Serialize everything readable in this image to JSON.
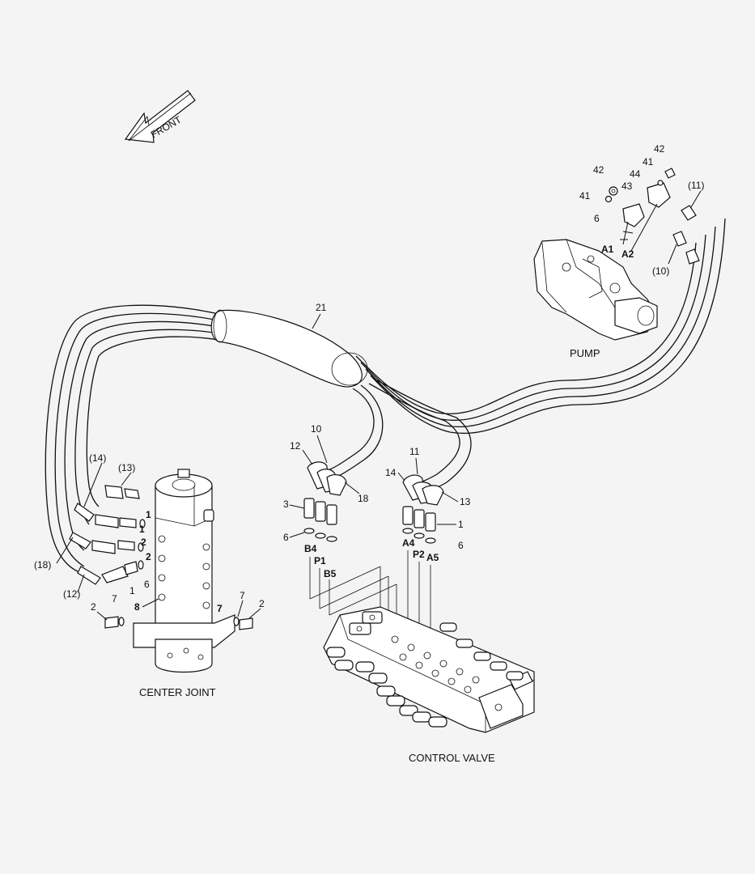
{
  "direction": {
    "label": "FRONT"
  },
  "components": {
    "pump": "PUMP",
    "center_joint": "CENTER JOINT",
    "control_valve": "CONTROL VALVE"
  },
  "callouts": {
    "c21": "21",
    "c10_bot": "(10)",
    "c11_bot": "(11)",
    "c10": "10",
    "c11": "11",
    "c12": "12",
    "c13": "13",
    "c14": "14",
    "c18": "18",
    "c3": "3",
    "c6_left": "6",
    "c1_right": "1",
    "c6_right": "6",
    "c42_a": "42",
    "c42_b": "42",
    "c41_a": "41",
    "c41_b": "41",
    "c43": "43",
    "c44": "44",
    "c6_pump": "6",
    "cj_14": "(14)",
    "cj_13": "(13)",
    "cj_18": "(18)",
    "cj_12": "(12)",
    "cj_1a": "1",
    "cj_1b": "1",
    "cj_2a": "2",
    "cj_2b": "2",
    "cj_1c": "1",
    "cj_6": "6",
    "cj_2c": "2",
    "cj_7a": "7",
    "cj_8": "8",
    "cj_7b": "7",
    "cj_2d": "2"
  },
  "ports": {
    "A1": "A1",
    "A2": "A2",
    "B4": "B4",
    "P1": "P1",
    "B5": "B5",
    "A4": "A4",
    "P2": "P2",
    "A5": "A5"
  }
}
